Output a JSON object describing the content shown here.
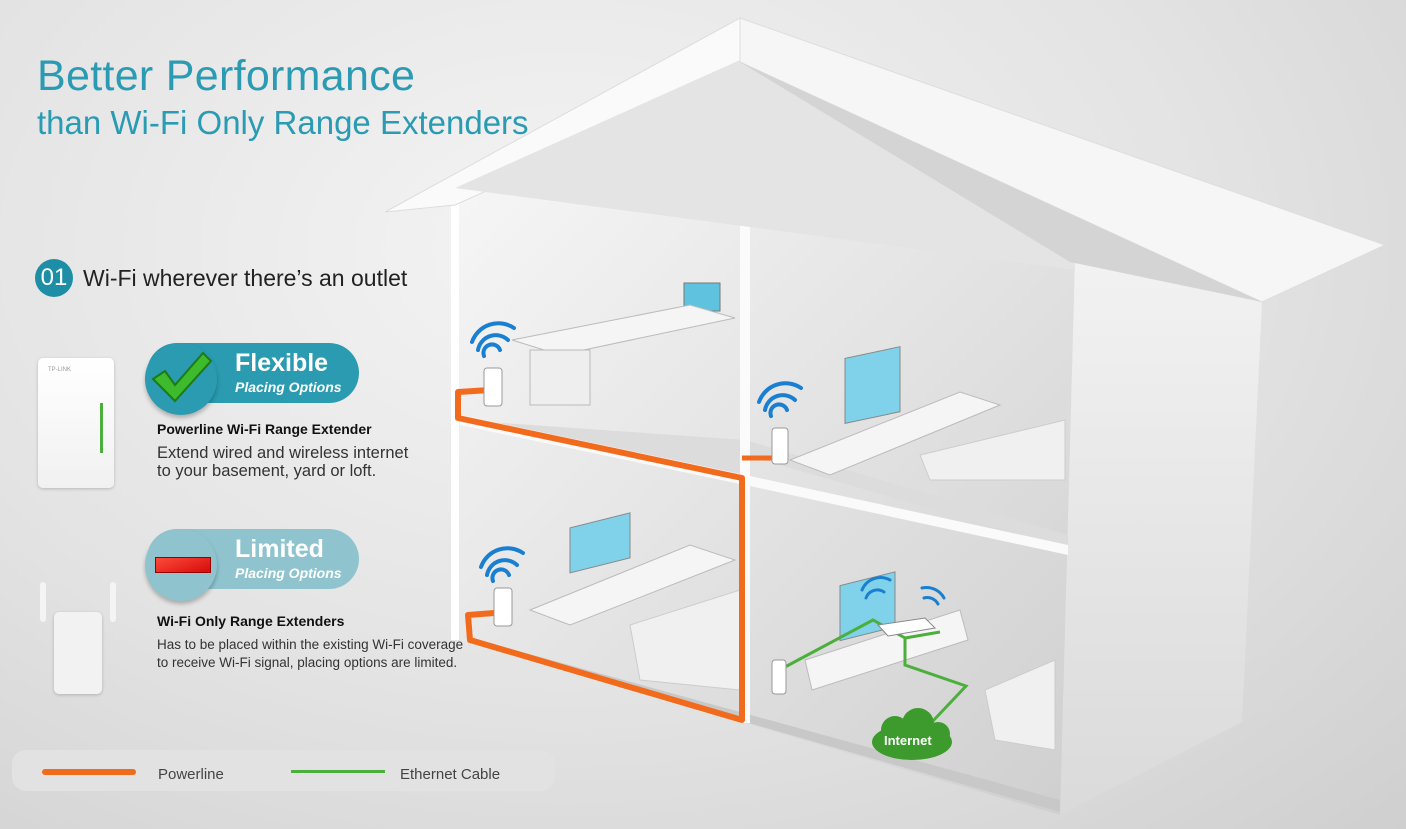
{
  "header": {
    "title": "Better Performance",
    "subtitle": "than Wi-Fi Only Range Extenders"
  },
  "feature": {
    "number": "01",
    "title": "Wi-Fi wherever there’s an outlet"
  },
  "options": [
    {
      "badge_title": "Flexible",
      "badge_subtitle": "Placing Options",
      "heading": "Powerline Wi-Fi Range Extender",
      "description": "Extend wired and wireless internet to your basement, yard or loft.",
      "device_brand": "TP-LINK",
      "icon": "checkmark-icon"
    },
    {
      "badge_title": "Limited",
      "badge_subtitle": "Placing Options",
      "heading": "Wi-Fi Only Range Extenders",
      "description": "Has to be placed within the existing Wi-Fi coverage to receive Wi-Fi signal, placing options are limited.",
      "icon": "red-bar-icon"
    }
  ],
  "diagram": {
    "internet_label": "Internet"
  },
  "legend": [
    {
      "label": "Powerline",
      "color": "#f26b1d"
    },
    {
      "label": "Ethernet Cable",
      "color": "#4caf3c"
    }
  ]
}
